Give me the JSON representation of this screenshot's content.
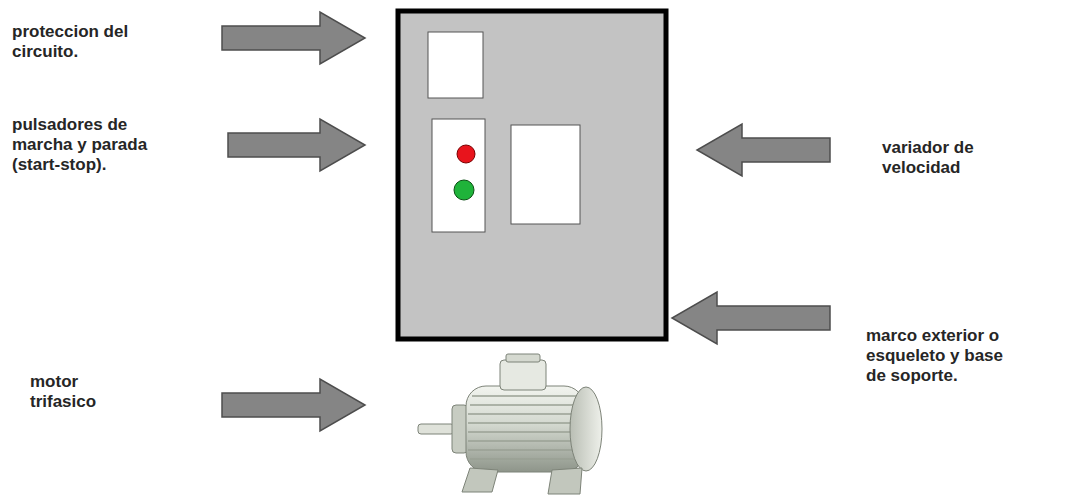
{
  "diagram": {
    "labels": [
      "proteccion del circuito.",
      "pulsadores de marcha y parada (start-stop).",
      "variador de velocidad",
      "marco exterior o esqueleto y base de soporte.",
      "motor trifasico"
    ]
  }
}
